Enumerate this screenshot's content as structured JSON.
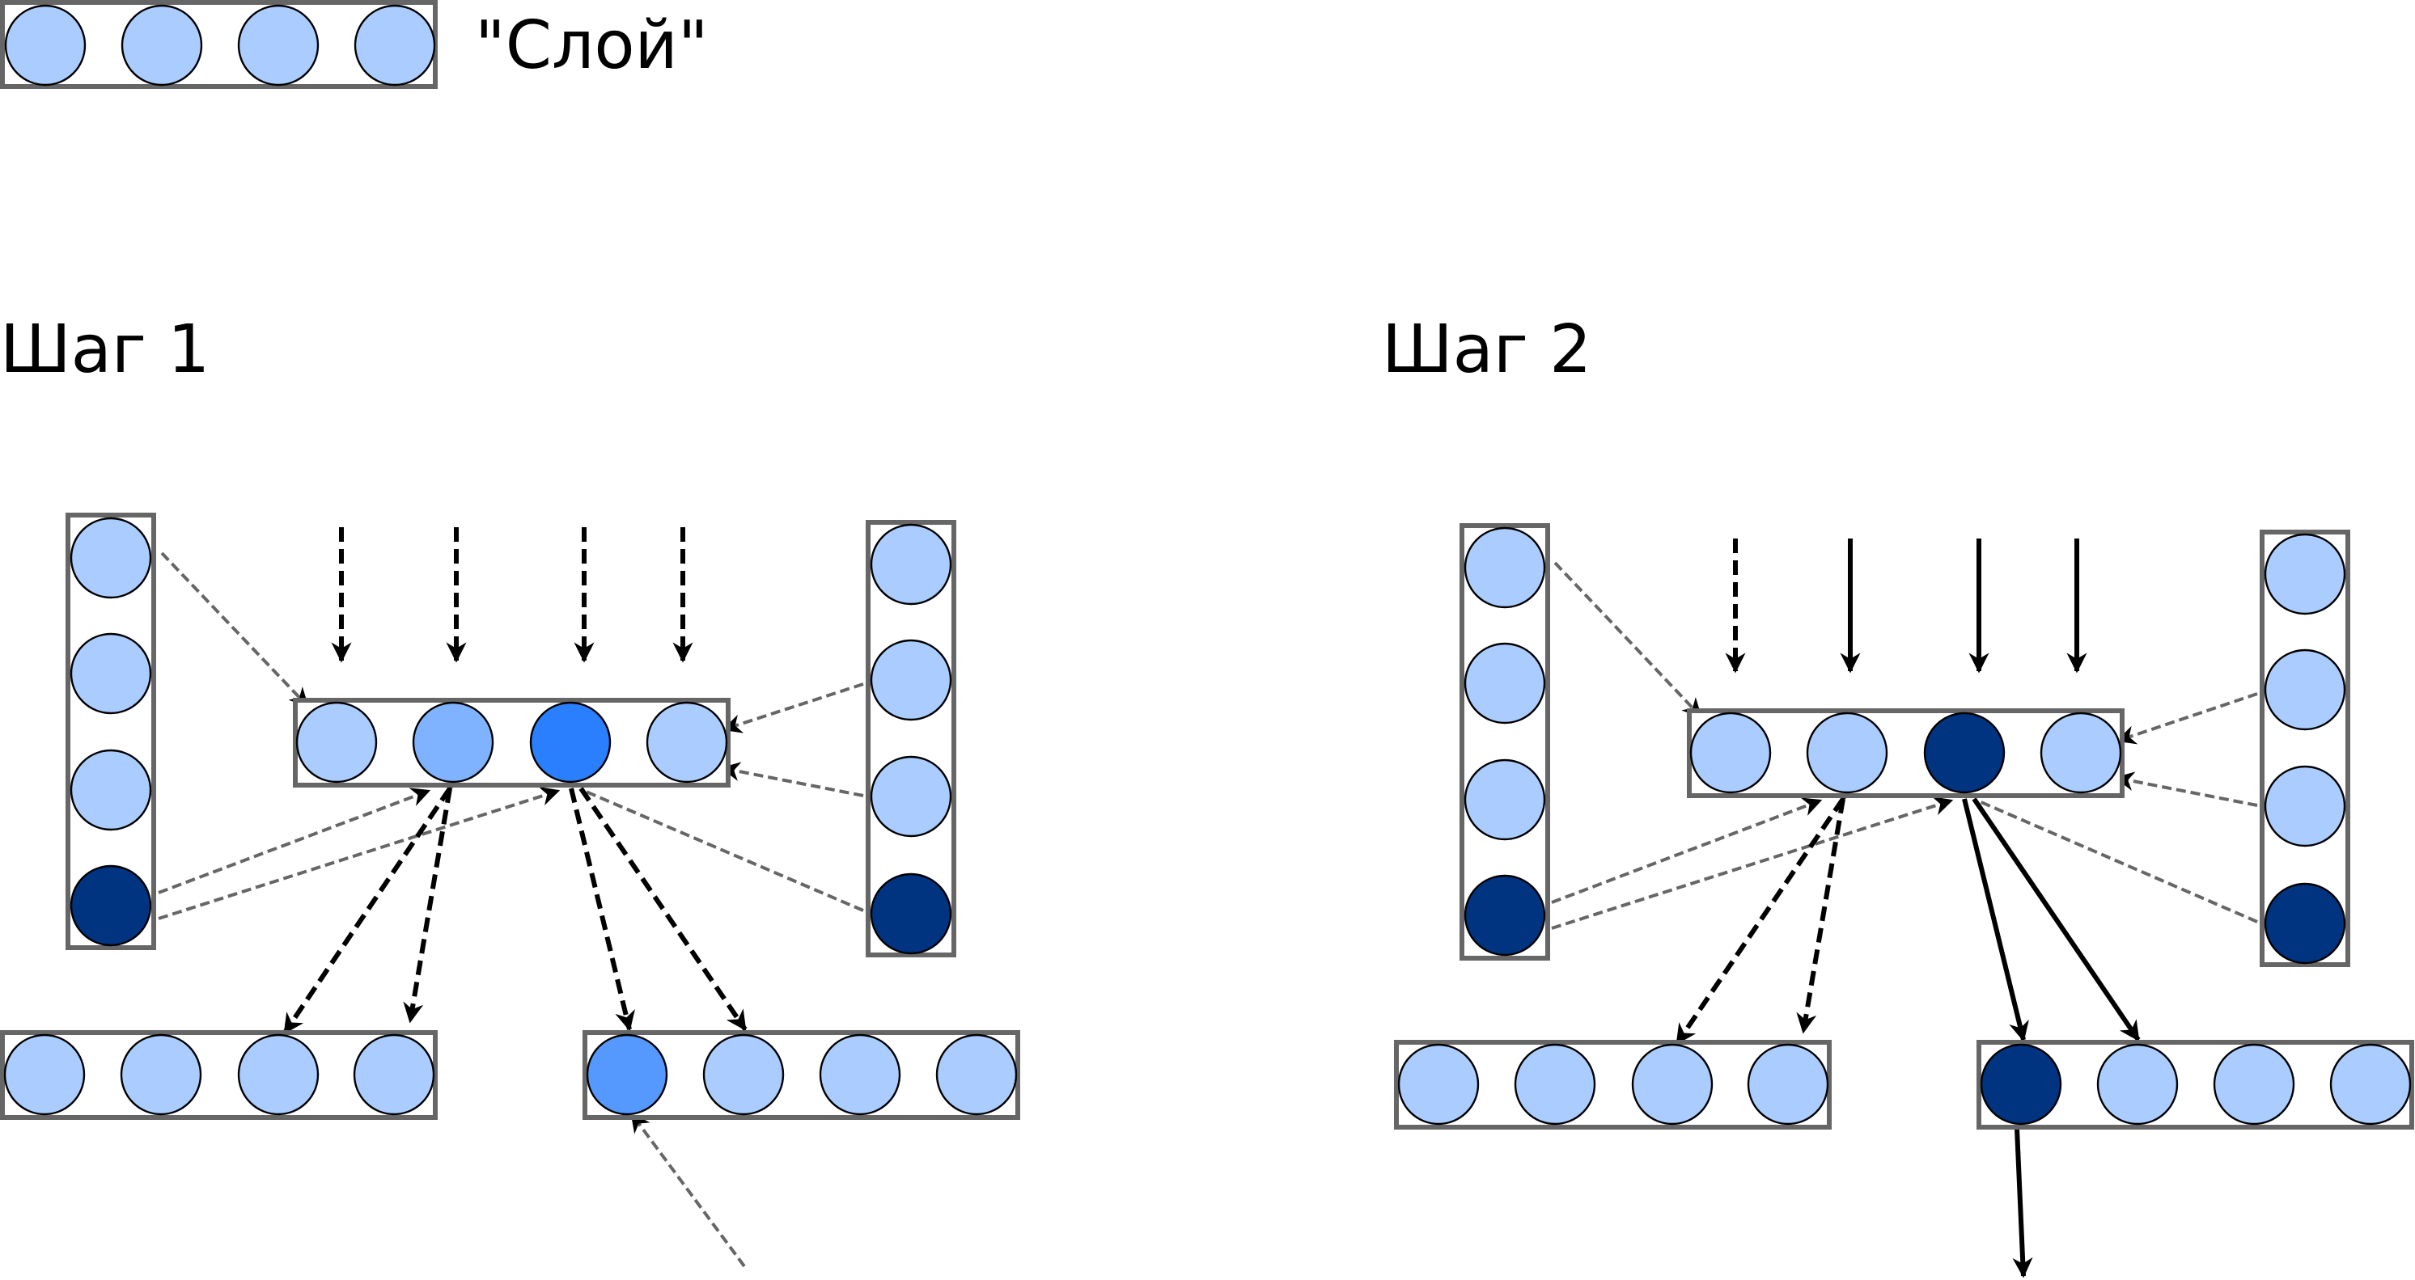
{
  "legend": {
    "label": "\"Слой\""
  },
  "steps": [
    {
      "label": "Шаг 1"
    },
    {
      "label": "Шаг 2"
    }
  ],
  "colors": {
    "idle": "#aaccff",
    "mild": "#80b3ff",
    "medium": "#5599ff",
    "strong": "#2a7fff",
    "active": "#003380",
    "box_stroke": "#666666"
  }
}
